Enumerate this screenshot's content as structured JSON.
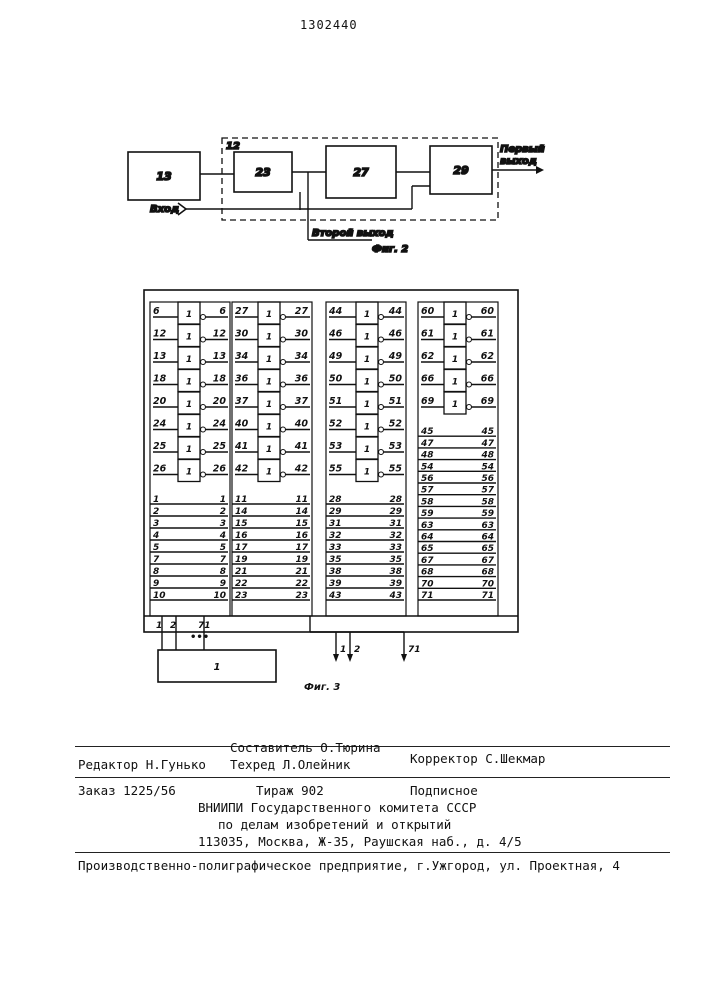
{
  "patent_number": "1302440",
  "fig2": {
    "caption": "Фиг. 2",
    "blocks": {
      "b13": "13",
      "b23": "23",
      "b27": "27",
      "b29": "29"
    },
    "dashed_label": "12",
    "input_label": "Вход",
    "out1_line1": "Первый",
    "out1_line2": "выход",
    "out2_label": "Второй выход"
  },
  "fig3": {
    "caption": "Фиг. 3",
    "inverter_symbol": "1",
    "col1_inverted": [
      "6",
      "12",
      "13",
      "18",
      "20",
      "24",
      "25",
      "26"
    ],
    "col1_direct": [
      "1",
      "2",
      "3",
      "4",
      "5",
      "7",
      "8",
      "9",
      "10"
    ],
    "col2_inverted": [
      "27",
      "30",
      "34",
      "36",
      "37",
      "40",
      "41",
      "42"
    ],
    "col2_direct": [
      "11",
      "14",
      "15",
      "16",
      "17",
      "19",
      "21",
      "22",
      "23"
    ],
    "col3_inverted": [
      "44",
      "46",
      "49",
      "50",
      "51",
      "52",
      "53",
      "55"
    ],
    "col3_direct": [
      "28",
      "29",
      "31",
      "32",
      "33",
      "35",
      "38",
      "39",
      "43"
    ],
    "col4_inverted": [
      "60",
      "61",
      "62",
      "66",
      "69"
    ],
    "col4_direct": [
      "45",
      "47",
      "48",
      "54",
      "56",
      "57",
      "58",
      "59",
      "63",
      "64",
      "65",
      "67",
      "68",
      "70",
      "71"
    ],
    "bus_in": [
      "1",
      "2",
      "71"
    ],
    "bus_dots": "•••",
    "block_label": "1",
    "bus_out": [
      "1",
      "2",
      "71"
    ]
  },
  "imprint": {
    "editor": "Редактор Н.Гунько",
    "compiler": "Составитель О.Тюрина",
    "techred": "Техред Л.Олейник",
    "corrector": "Корректор С.Шекмар",
    "order": "Заказ 1225/56",
    "print_run": "Тираж 902",
    "subscription": "Подписное",
    "org1": "ВНИИПИ Государственного комитета СССР",
    "org2": "по делам изобретений и открытий",
    "address": "113035, Москва, Ж-35, Раушская наб., д. 4/5",
    "printer": "Производственно-полиграфическое предприятие, г.Ужгород, ул. Проектная, 4"
  }
}
